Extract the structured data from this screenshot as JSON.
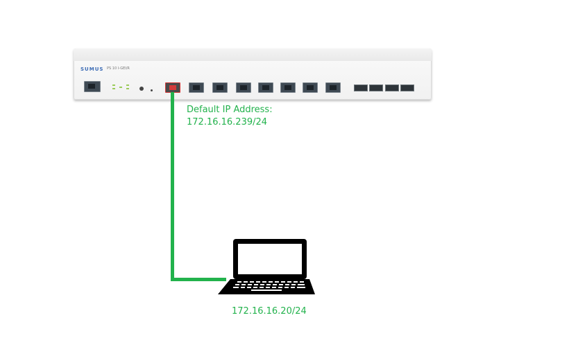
{
  "switch": {
    "brand": "SUMUS",
    "model": "PS 10 I-GEI/R"
  },
  "annotation": {
    "line1": "Default IP Address:",
    "line2": "172.16.16.239/24"
  },
  "laptop": {
    "ip": "172.16.16.20/24"
  },
  "colors": {
    "cable": "#22b24c",
    "text": "#22b24c"
  },
  "icons": [
    "switch-device",
    "laptop-icon"
  ]
}
